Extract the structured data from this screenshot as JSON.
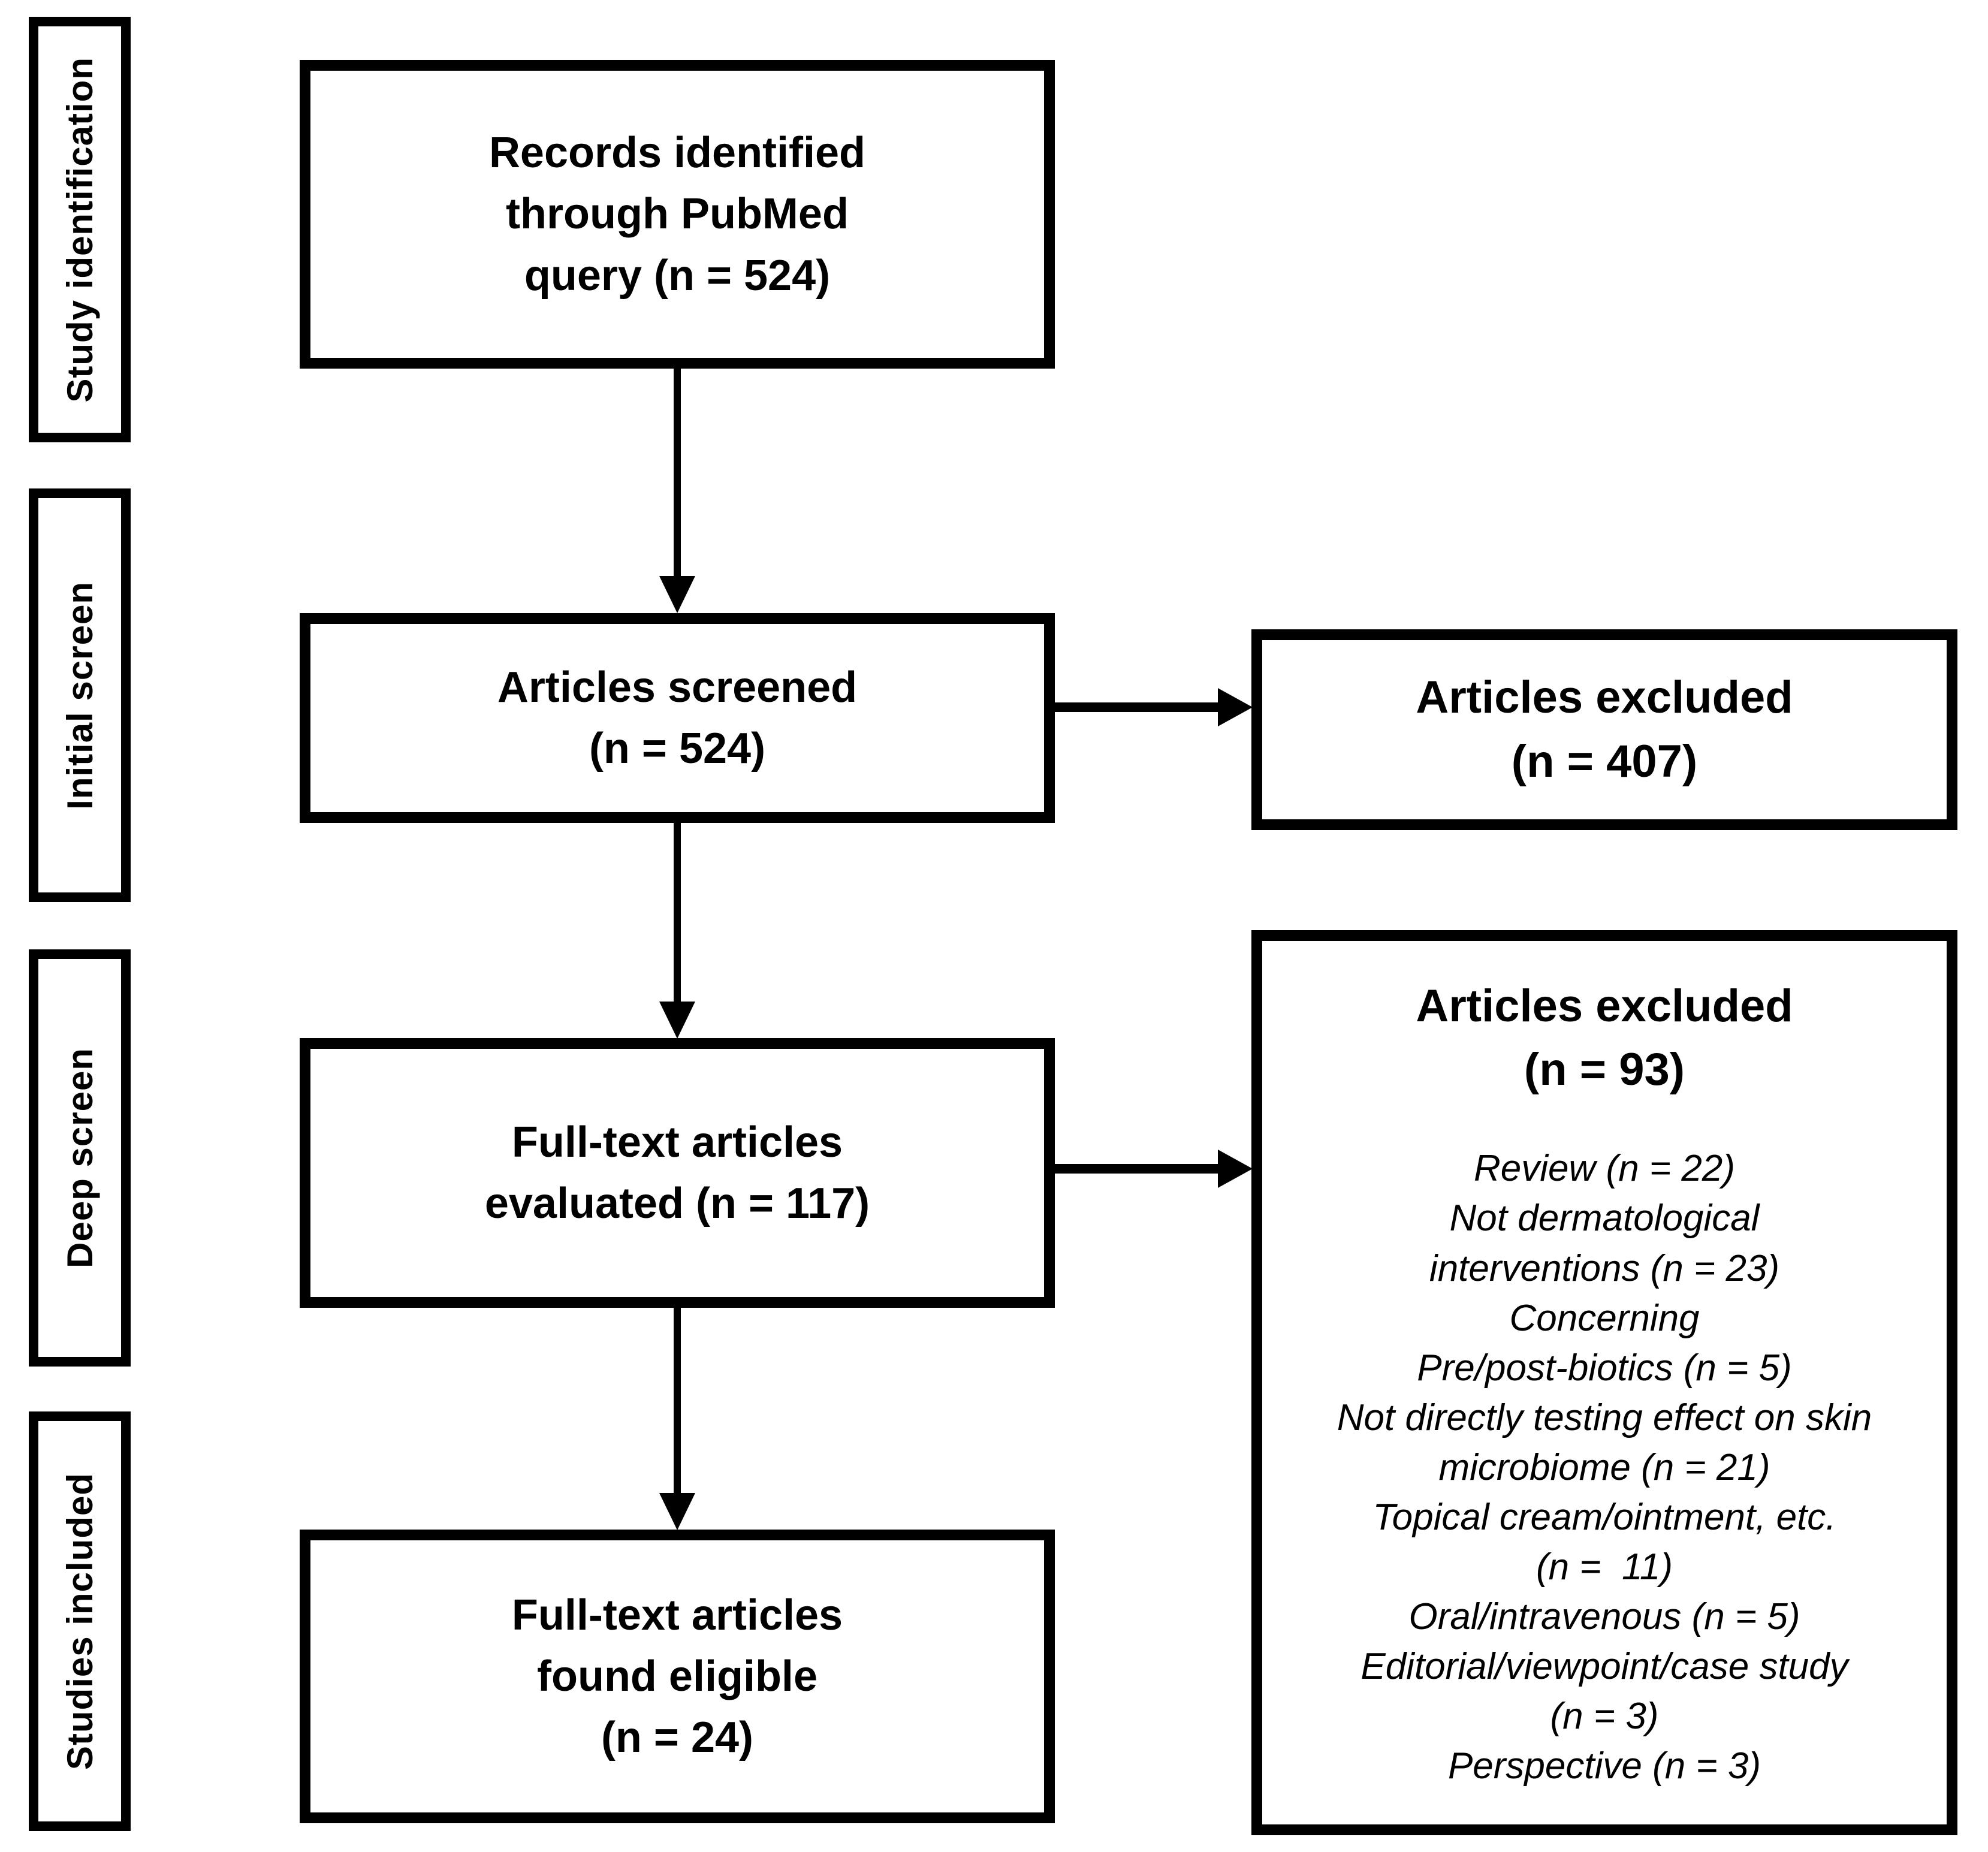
{
  "colors": {
    "ink": "#000000",
    "background": "#ffffff"
  },
  "stage_labels": [
    "Study identification",
    "Initial screen",
    "Deep screen",
    "Studies included"
  ],
  "flow": {
    "identified": {
      "lines": [
        "Records identified",
        "through PubMed",
        "query (n = 524)"
      ]
    },
    "screened": {
      "lines": [
        "Articles screened",
        "(n = 524)"
      ]
    },
    "evaluated": {
      "lines": [
        "Full-text articles",
        "evaluated (n = 117)"
      ]
    },
    "eligible": {
      "lines": [
        "Full-text articles",
        "found eligible",
        "(n = 24)"
      ]
    }
  },
  "excluded_initial": {
    "lines": [
      "Articles excluded",
      "(n = 407)"
    ]
  },
  "excluded_deep": {
    "heading_lines": [
      "Articles excluded",
      "(n = 93)"
    ],
    "reason_lines": [
      "Review (n = 22)",
      "Not dermatological",
      "interventions (n = 23)",
      "Concerning",
      "Pre/post-biotics (n = 5)",
      "Not directly testing effect on skin",
      "microbiome (n = 21)",
      "Topical cream/ointment, etc.",
      "(n =  11)",
      "Oral/intravenous (n = 5)",
      "Editorial/viewpoint/case study",
      "(n = 3)",
      "Perspective (n = 3)"
    ]
  }
}
